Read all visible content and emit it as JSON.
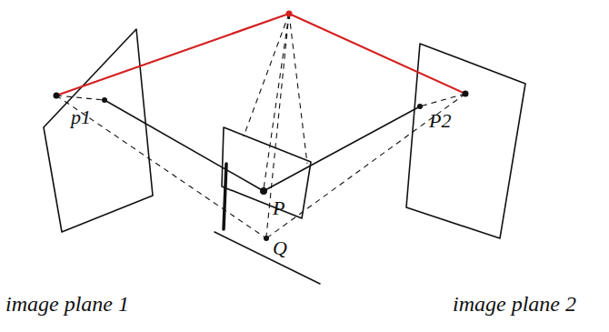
{
  "diagram": {
    "labels": [
      "p1",
      "P2",
      "P",
      "Q",
      "image plane 1",
      "image plane 2"
    ]
  }
}
